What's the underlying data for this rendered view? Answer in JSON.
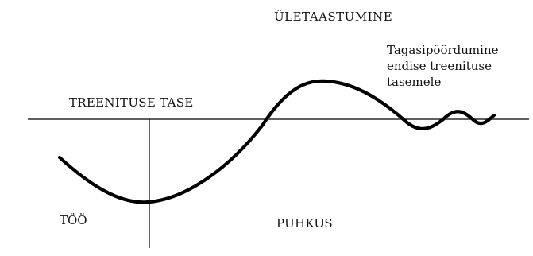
{
  "labels": {
    "overtraining": "ÜLETAASTUMINE",
    "return_to_level": "Tagasipöördumine\nendise treenituse\ntasemele",
    "training_level": "TREENITUSE TASE",
    "work": "TÖÖ",
    "rest": "PUHKUS"
  },
  "colors": {
    "line": "#000000",
    "text": "#111111",
    "background": "#ffffff"
  }
}
